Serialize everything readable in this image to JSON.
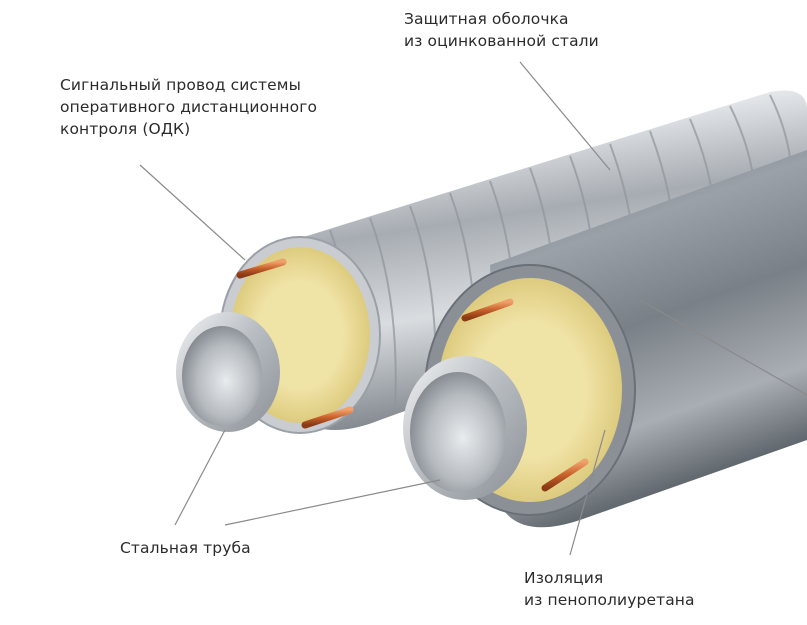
{
  "labels": {
    "signal_wire": "Сигнальный провод системы\nоперативного дистанционного\nконтроля (ОДК)",
    "protective_shell": "Защитная оболочка\nиз оцинкованной стали",
    "steel_pipe": "Стальная труба",
    "foam_insulation": "Изоляция\nиз пенополиуретана"
  },
  "colors": {
    "leader_line": "#8a8a8a",
    "label_text": "#2b2b2b",
    "insulation": "#e3d38a",
    "copper_wire": "#c8602a",
    "galvanized_shell": "#b5b9bf",
    "dark_shell": "#6d737a",
    "steel_inner": "#9a9fa6"
  }
}
